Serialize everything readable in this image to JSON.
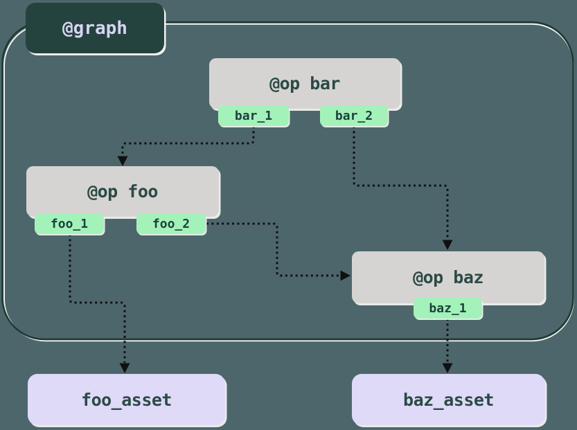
{
  "graph": {
    "label": "@graph"
  },
  "ops": [
    {
      "id": "bar",
      "label": "@op bar",
      "outputs": [
        {
          "label": "bar_1"
        },
        {
          "label": "bar_2"
        }
      ]
    },
    {
      "id": "foo",
      "label": "@op foo",
      "outputs": [
        {
          "label": "foo_1"
        },
        {
          "label": "foo_2"
        }
      ]
    },
    {
      "id": "baz",
      "label": "@op baz",
      "outputs": [
        {
          "label": "baz_1"
        }
      ]
    }
  ],
  "assets": [
    {
      "label": "foo_asset"
    },
    {
      "label": "baz_asset"
    }
  ],
  "edges": [
    {
      "source": "bar_1",
      "target": "@op foo"
    },
    {
      "source": "bar_2",
      "target": "@op baz"
    },
    {
      "source": "foo_2",
      "target": "@op baz"
    },
    {
      "source": "foo_1",
      "target": "foo_asset"
    },
    {
      "source": "baz_1",
      "target": "baz_asset"
    }
  ],
  "colors": {
    "background": "#4d666b",
    "graph_label_bg": "#24423e",
    "graph_label_text": "#d8d3f2",
    "op_bg": "#d6d4d2",
    "op_text": "#2b4a46",
    "output_bg": "#a3f2ba",
    "output_text": "#1d403c",
    "asset_bg": "#dfdaf8",
    "asset_text": "#2b4a46",
    "boundary_stroke": "#1b3a34",
    "boundary_highlight": "#faf9f7",
    "edge_color": "#101010"
  }
}
